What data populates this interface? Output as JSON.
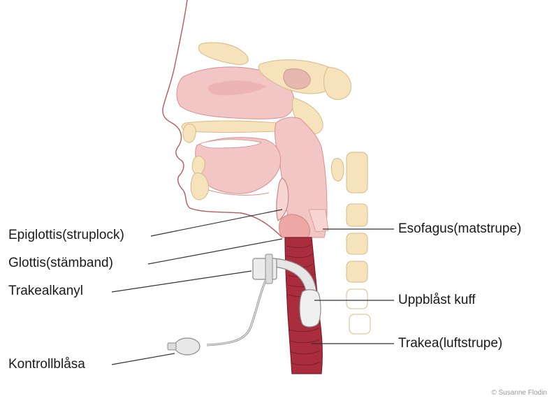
{
  "labels": {
    "epiglottis": "Epiglottis(struplock)",
    "glottis": "Glottis(stämband)",
    "trakealkanyl": "Trakealkanyl",
    "kontrollblasa": "Kontrollblåsa",
    "esofagus": "Esofagus(matstrupe)",
    "uppblast_kuff": "Uppblåst kuff",
    "trakea": "Trakea(luftstrupe)"
  },
  "credit": "© Susanne Flodin",
  "colors": {
    "soft_tissue": "#f2c6c4",
    "soft_tissue_edge": "#d9908e",
    "bone": "#f6e3bb",
    "bone_edge": "#d8b987",
    "trachea": "#a92d3c",
    "trachea_dark": "#7e1c29",
    "tube": "#e6e6e6",
    "tube_edge": "#8c8c8c",
    "outline": "#b65a5a",
    "leader": "#333333"
  }
}
